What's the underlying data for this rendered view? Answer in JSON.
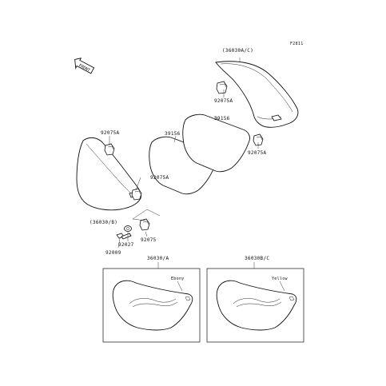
{
  "figure_code": "F2811",
  "front_arrow_label": "FRONT",
  "labels": {
    "p36030AC": "(36030A/C)",
    "p92075A_1": "92075A",
    "p39156_rear": "39156",
    "p92075A_2": "92075A",
    "p92075A_3": "92075A",
    "p39156_front": "39156",
    "p92075A_4": "92075A",
    "p36030B": "(36030/B)",
    "p92075": "92075",
    "p92027": "92027",
    "p92009": "92009"
  },
  "variants": [
    {
      "part": "36030/A",
      "color": "Ebony"
    },
    {
      "part": "36030B/C",
      "color": "Yellow"
    }
  ]
}
